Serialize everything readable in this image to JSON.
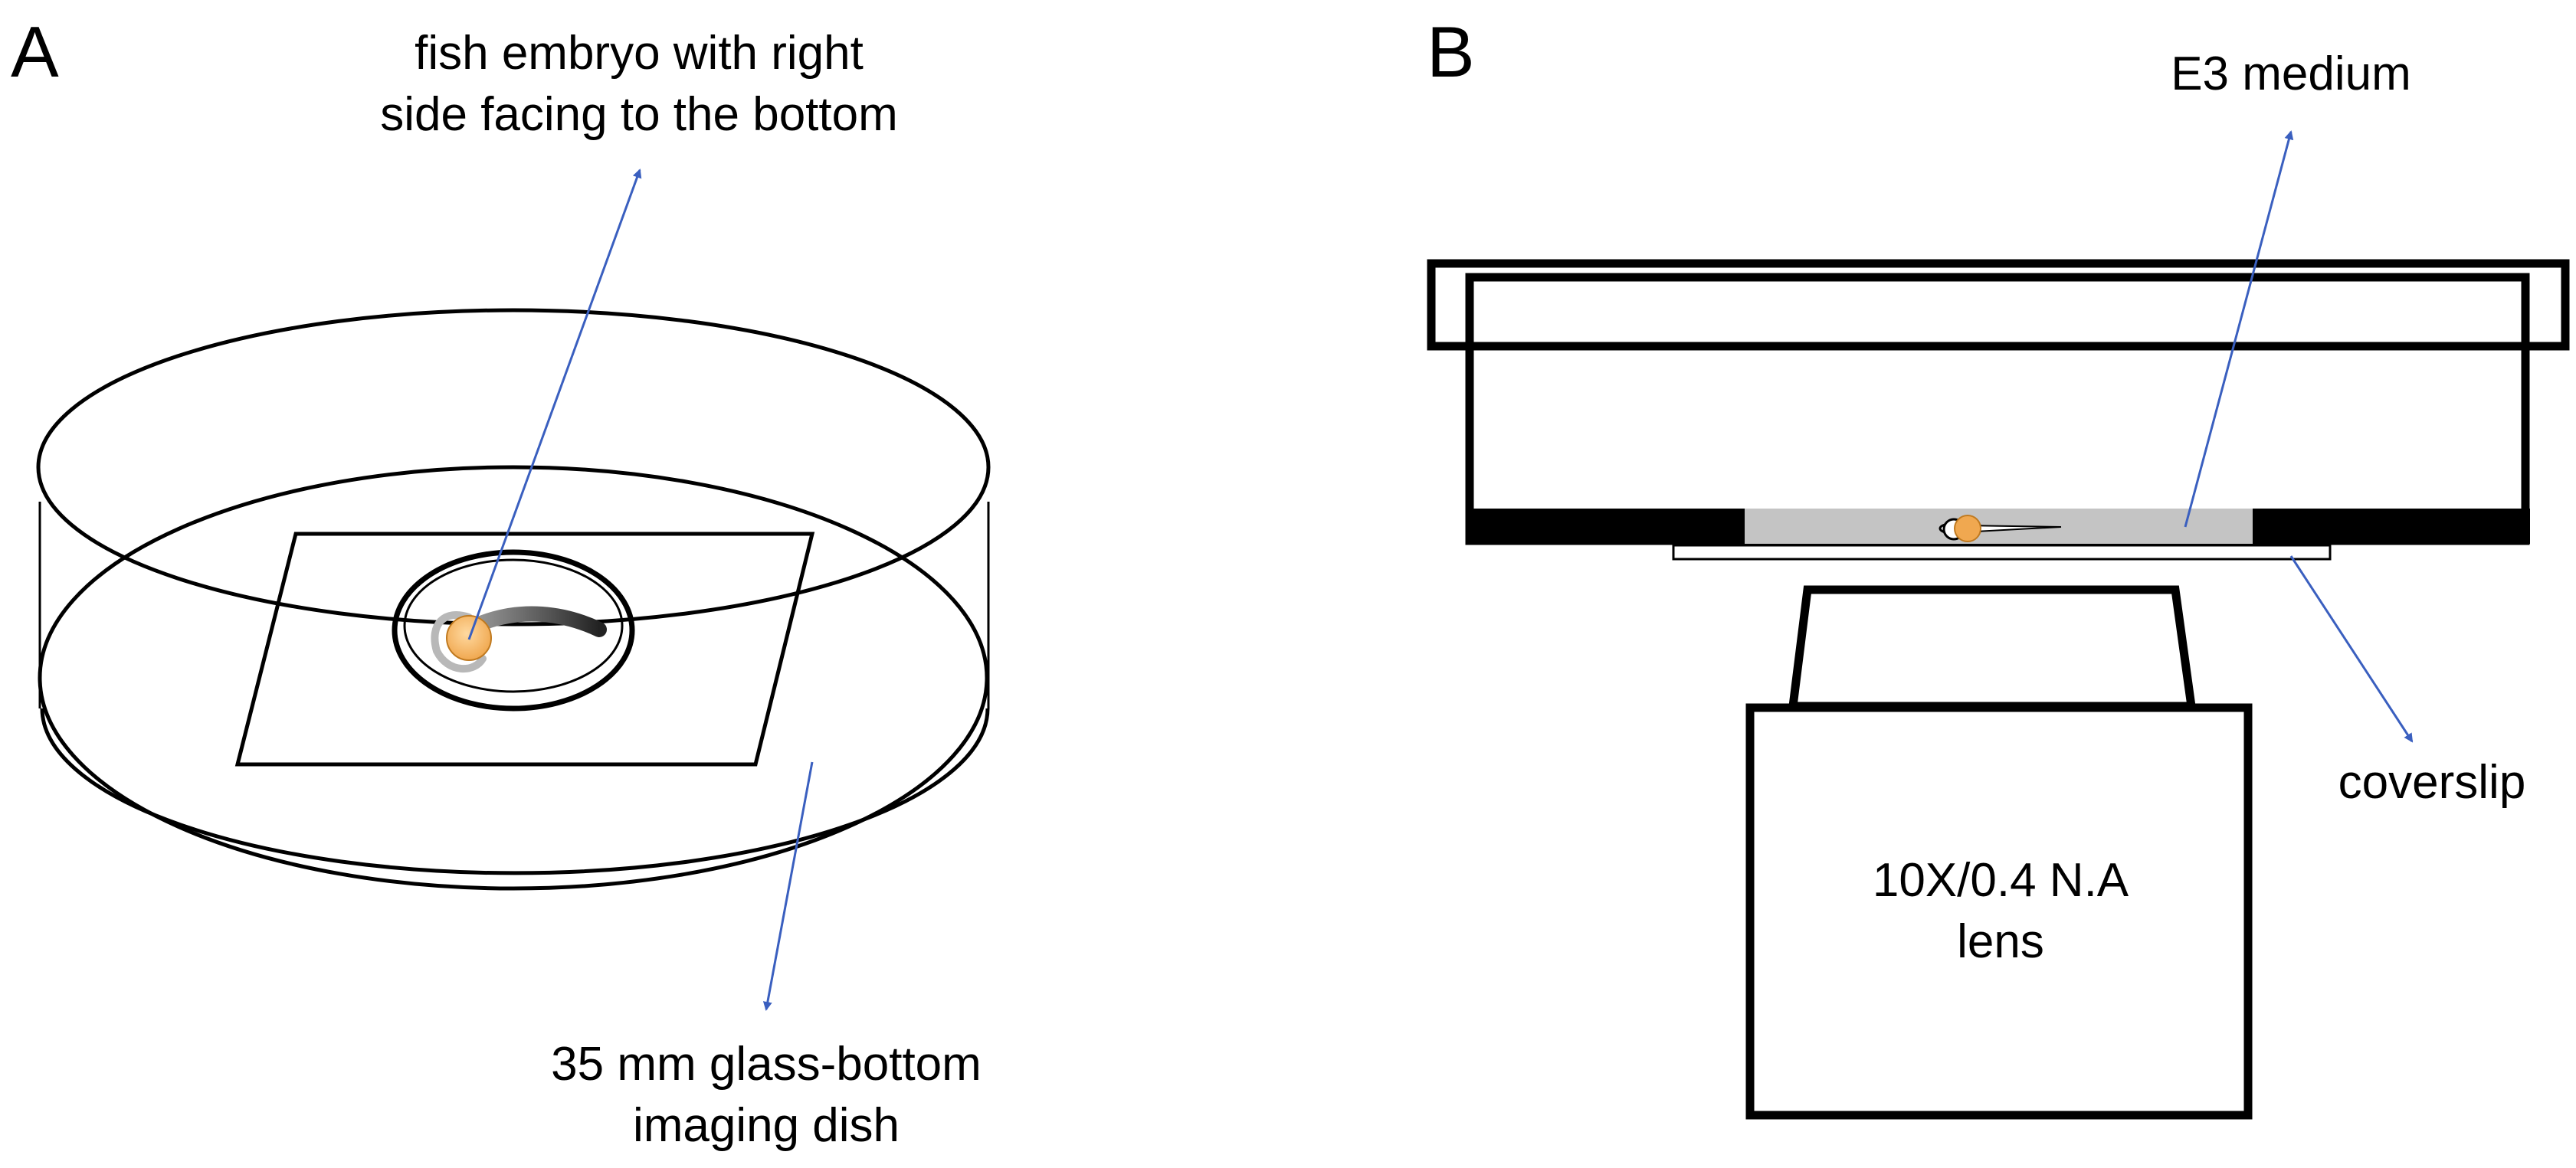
{
  "panel_a": {
    "letter": "A",
    "embryo_label": [
      "fish embryo with right",
      "side facing to the bottom"
    ],
    "dish_label": [
      "35 mm glass-bottom",
      "imaging dish"
    ]
  },
  "panel_b": {
    "letter": "B",
    "medium_label": "E3 medium",
    "coverslip_label": "coverslip",
    "lens_label": [
      "10X/0.4 N.A",
      "lens"
    ]
  },
  "colors": {
    "arrow": "#3a5fbf",
    "outline": "#000000",
    "medium": "#c4c4c4",
    "yolk": "#f0a850",
    "yolk_light": "#ffd9a0",
    "embryo_body": "#6a6a6a"
  }
}
